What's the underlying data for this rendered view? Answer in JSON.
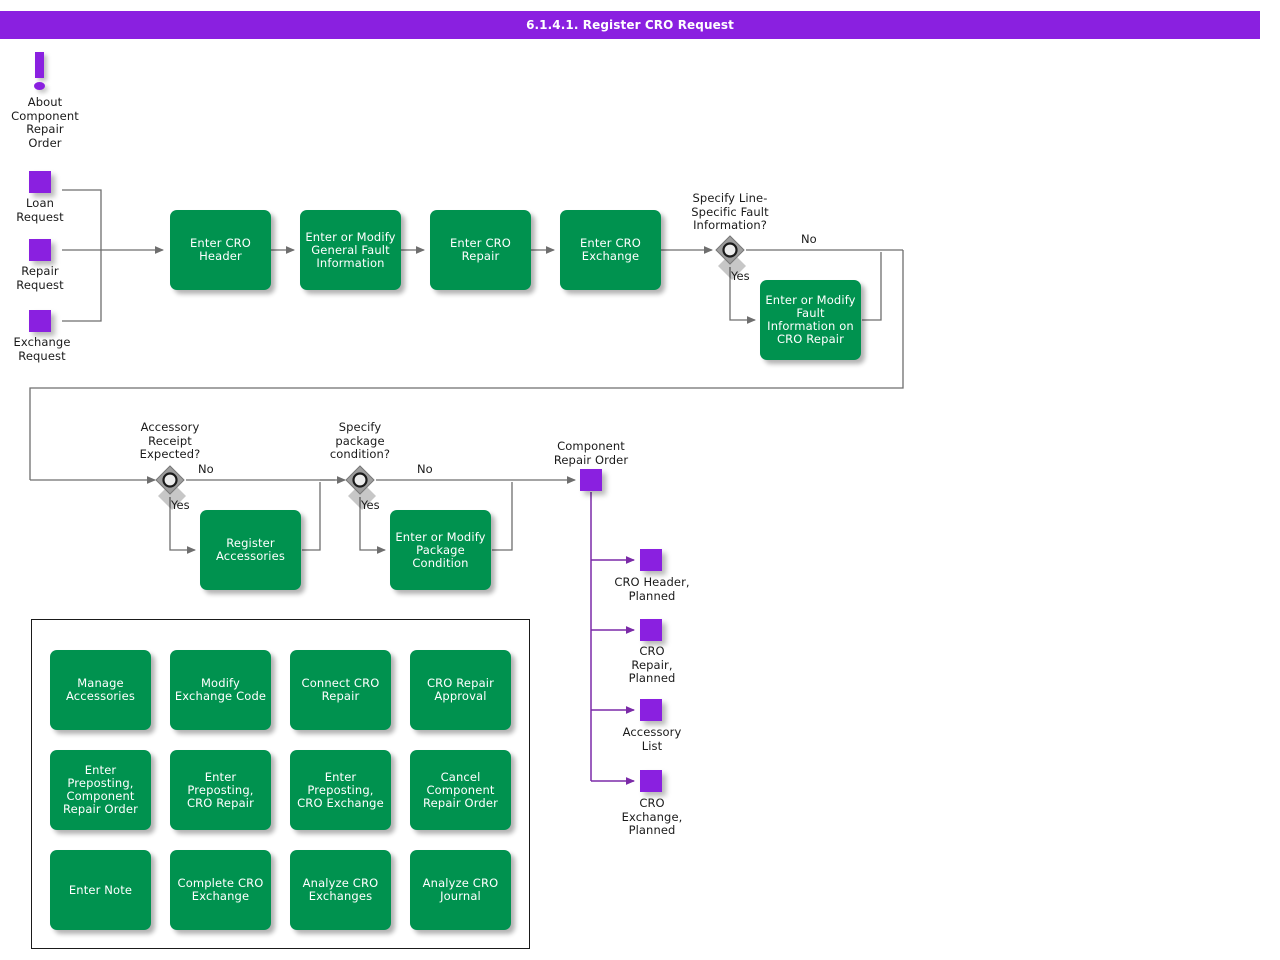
{
  "header": {
    "title": "6.1.4.1. Register CRO Request"
  },
  "info_icon": {
    "name": "exclamation-icon",
    "label": "About\nComponent\nRepair\nOrder"
  },
  "colors": {
    "accent_purple": "#8A20E0",
    "process_green": "#00924F",
    "decision_gray": "#808080",
    "connector_gray": "#6E6E6E",
    "connector_purple": "#8A20E0",
    "text_dark": "#1A1A1A",
    "header_text": "#FFFFFF"
  },
  "inputs": [
    {
      "id": "loan-request",
      "label": "Loan\nRequest"
    },
    {
      "id": "repair-request",
      "label": "Repair\nRequest"
    },
    {
      "id": "exchange-request",
      "label": "Exchange\nRequest"
    }
  ],
  "main_flow": [
    {
      "id": "enter-cro-header",
      "label": "Enter CRO\nHeader"
    },
    {
      "id": "enter-or-modify-general-fault-information",
      "label": "Enter or Modify\nGeneral Fault\nInformation"
    },
    {
      "id": "enter-cro-repair",
      "label": "Enter CRO\nRepair"
    },
    {
      "id": "enter-cro-exchange",
      "label": "Enter CRO\nExchange"
    }
  ],
  "decisions": [
    {
      "id": "specify-line-specific-fault-information",
      "question": "Specify Line-\nSpecific Fault\nInformation?",
      "yes_label": "Yes",
      "no_label": "No",
      "yes_target": "Enter or Modify\nFault Information\non CRO Repair"
    },
    {
      "id": "accessory-receipt-expected",
      "question": "Accessory\nReceipt\nExpected?",
      "yes_label": "Yes",
      "no_label": "No",
      "yes_target": "Register\nAccessories"
    },
    {
      "id": "specify-package-condition",
      "question": "Specify\npackage\ncondition?",
      "yes_label": "Yes",
      "no_label": "No",
      "yes_target": "Enter or Modify\nPackage\nCondition"
    }
  ],
  "branch_processes": [
    {
      "id": "enter-or-modify-fault-information-on-cro-repair",
      "label": "Enter or Modify\nFault Information\non CRO Repair"
    },
    {
      "id": "register-accessories",
      "label": "Register\nAccessories"
    },
    {
      "id": "enter-or-modify-package-condition",
      "label": "Enter or Modify\nPackage\nCondition"
    }
  ],
  "outputs": {
    "root": {
      "id": "component-repair-order",
      "label": "Component\nRepair Order"
    },
    "items": [
      {
        "id": "cro-header-planned",
        "label": "CRO Header,\nPlanned"
      },
      {
        "id": "cro-repair-planned",
        "label": "CRO\nRepair,\nPlanned"
      },
      {
        "id": "accessory-list",
        "label": "Accessory\nList"
      },
      {
        "id": "cro-exchange-planned",
        "label": "CRO\nExchange,\nPlanned"
      }
    ]
  },
  "tile_group": {
    "tiles": [
      {
        "id": "manage-accessories",
        "label": "Manage\nAccessories"
      },
      {
        "id": "modify-exchange-code",
        "label": "Modify Exchange\nCode"
      },
      {
        "id": "connect-cro-repair",
        "label": "Connect CRO\nRepair"
      },
      {
        "id": "cro-repair-approval",
        "label": "CRO Repair\nApproval"
      },
      {
        "id": "enter-preposting-component-repair-order",
        "label": "Enter\nPreposting,\nComponent\nRepair Order"
      },
      {
        "id": "enter-preposting-cro-repair",
        "label": "Enter\nPreposting,\nCRO Repair"
      },
      {
        "id": "enter-preposting-cro-exchange",
        "label": "Enter\nPreposting, CRO\nExchange"
      },
      {
        "id": "cancel-component-repair-order",
        "label": "Cancel\nComponent\nRepair Order"
      },
      {
        "id": "enter-note",
        "label": "Enter Note"
      },
      {
        "id": "complete-cro-exchange",
        "label": "Complete CRO\nExchange"
      },
      {
        "id": "analyze-cro-exchanges",
        "label": "Analyze CRO\nExchanges"
      },
      {
        "id": "analyze-cro-journal",
        "label": "Analyze CRO\nJournal"
      }
    ]
  }
}
